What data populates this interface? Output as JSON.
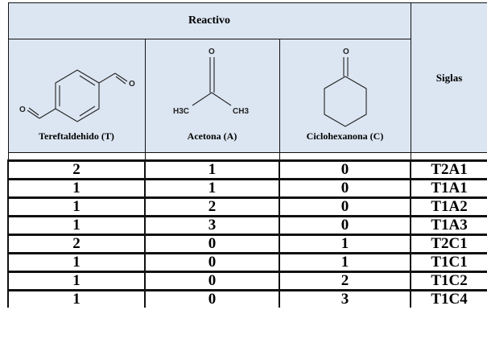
{
  "table": {
    "header": {
      "group_label": "Reactivo",
      "last_label": "Siglas",
      "reagents": [
        {
          "name": "Tereftaldehido (T)",
          "structure_icon": "terephthalaldehyde-structure"
        },
        {
          "name": "Acetona (A)",
          "structure_icon": "acetone-structure",
          "atoms": {
            "o": "O",
            "left": "H3C",
            "right": "CH3"
          }
        },
        {
          "name": "Ciclohexanona (C)",
          "structure_icon": "cyclohexanone-structure",
          "atoms": {
            "o": "O"
          }
        }
      ],
      "tere_atoms": {
        "o1": "O",
        "o2": "O"
      }
    },
    "rows": [
      {
        "t": "2",
        "a": "1",
        "c": "0",
        "sigla": "T2A1"
      },
      {
        "t": "1",
        "a": "1",
        "c": "0",
        "sigla": "T1A1"
      },
      {
        "t": "1",
        "a": "2",
        "c": "0",
        "sigla": "T1A2"
      },
      {
        "t": "1",
        "a": "3",
        "c": "0",
        "sigla": "T1A3"
      },
      {
        "t": "2",
        "a": "0",
        "c": "1",
        "sigla": "T2C1"
      },
      {
        "t": "1",
        "a": "0",
        "c": "1",
        "sigla": "T1C1"
      },
      {
        "t": "1",
        "a": "0",
        "c": "2",
        "sigla": "T1C2"
      },
      {
        "t": "1",
        "a": "0",
        "c": "3",
        "sigla": "T1C4"
      }
    ],
    "colors": {
      "header_bg": "#dce6f2",
      "border": "#111111",
      "text": "#000000"
    }
  }
}
